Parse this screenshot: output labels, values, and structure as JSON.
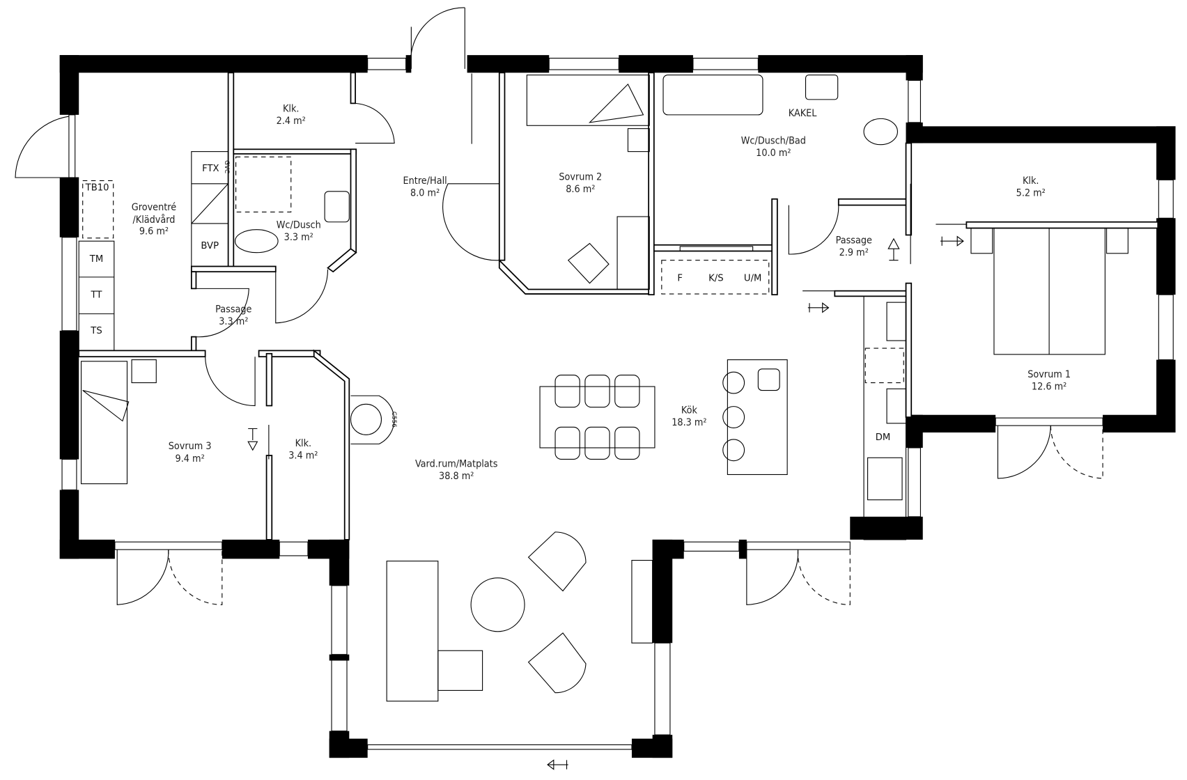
{
  "rooms": {
    "groventre": {
      "name1": "Groventré",
      "name2": "/Klädvård",
      "area": "9.6 m²"
    },
    "klk1": {
      "name": "Klk.",
      "area": "2.4 m²"
    },
    "wcdusch": {
      "name": "Wc/Dusch",
      "area": "3.3 m²"
    },
    "entre": {
      "name": "Entre/Hall",
      "area": "8.0 m²"
    },
    "sovrum2": {
      "name": "Sovrum 2",
      "area": "8.6 m²"
    },
    "wcduschbad": {
      "name": "Wc/Dusch/Bad",
      "area": "10.0 m²",
      "note": "KAKEL"
    },
    "klk2": {
      "name": "Klk.",
      "area": "5.2 m²"
    },
    "passage1": {
      "name": "Passage",
      "area": "2.9 m²"
    },
    "passage2": {
      "name": "Passage",
      "area": "3.3 m²"
    },
    "sovrum1": {
      "name": "Sovrum 1",
      "area": "12.6 m²"
    },
    "sovrum3": {
      "name": "Sovrum 3",
      "area": "9.4 m²"
    },
    "klk3": {
      "name": "Klk.",
      "area": "3.4 m²"
    },
    "vardrum": {
      "name": "Vard.rum/Matplats",
      "area": "38.8 m²"
    },
    "kok": {
      "name": "Kök",
      "area": "18.3 m²"
    }
  },
  "fixtures": {
    "ftx": "FTX",
    "gvc": "GVC",
    "bvp": "BVP",
    "tb10": "TB10",
    "tm": "TM",
    "tt": "TT",
    "ts": "TS",
    "f": "F",
    "ks": "K/S",
    "um": "U/M",
    "dm": "DM",
    "stove": "C556"
  }
}
